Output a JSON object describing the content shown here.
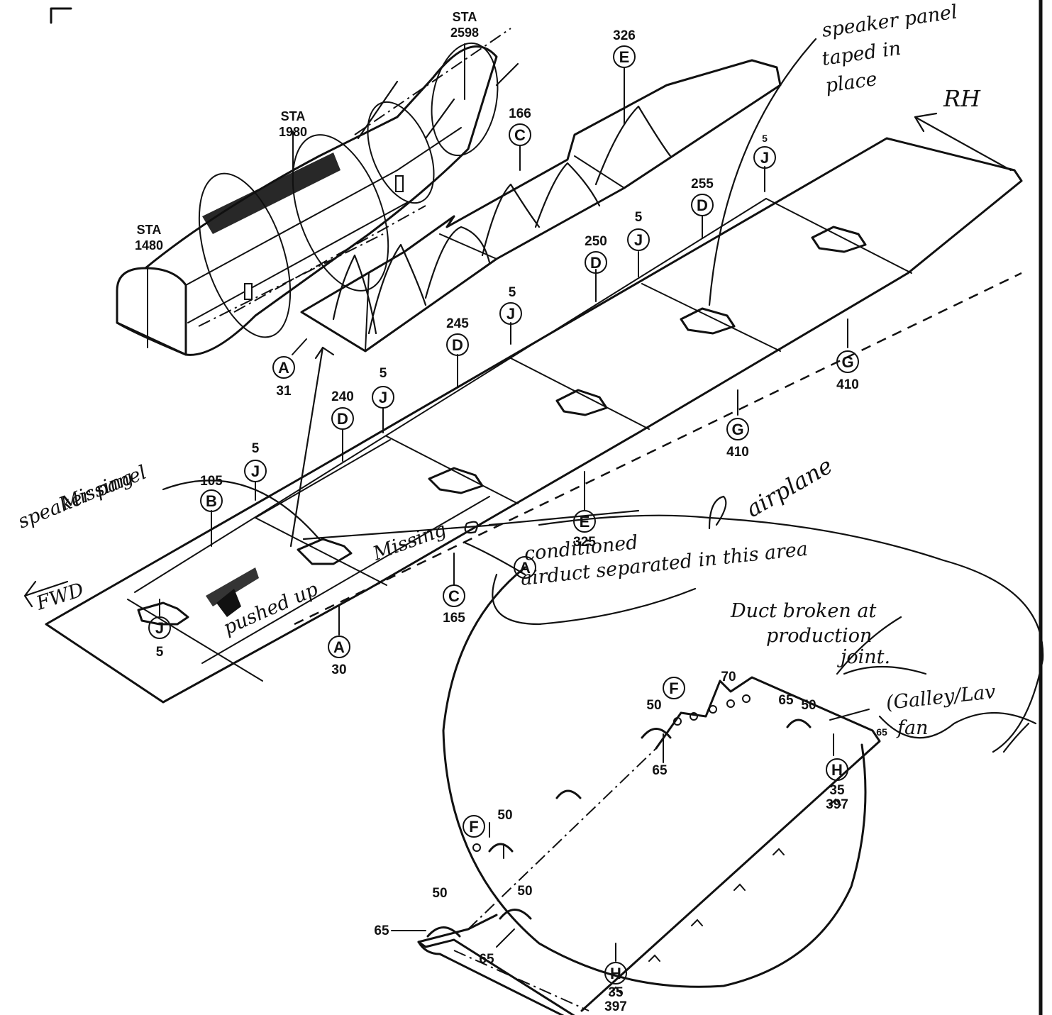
{
  "stations": [
    {
      "id": "sta1480",
      "label": "STA",
      "value": "1480"
    },
    {
      "id": "sta1980",
      "label": "STA",
      "value": "1980"
    },
    {
      "id": "sta2598",
      "label": "STA",
      "value": "2598"
    }
  ],
  "callouts": [
    {
      "id": "e326",
      "letter": "E",
      "num": "326"
    },
    {
      "id": "c166",
      "letter": "C",
      "num": "166"
    },
    {
      "id": "j5a",
      "letter": "J",
      "num": "5"
    },
    {
      "id": "d255",
      "letter": "D",
      "num": "255"
    },
    {
      "id": "j5b",
      "letter": "J",
      "num": "5"
    },
    {
      "id": "d250",
      "letter": "D",
      "num": "250"
    },
    {
      "id": "j5c",
      "letter": "J",
      "num": "5"
    },
    {
      "id": "d245",
      "letter": "D",
      "num": "245"
    },
    {
      "id": "a31",
      "letter": "A",
      "num": "31"
    },
    {
      "id": "g410a",
      "letter": "G",
      "num": "410"
    },
    {
      "id": "d240",
      "letter": "D",
      "num": "240"
    },
    {
      "id": "j5d",
      "letter": "J",
      "num": "5"
    },
    {
      "id": "g410b",
      "letter": "G",
      "num": "410"
    },
    {
      "id": "j5e",
      "letter": "J",
      "num": "5"
    },
    {
      "id": "b105",
      "letter": "B",
      "num": "105"
    },
    {
      "id": "e325",
      "letter": "E",
      "num": "325"
    },
    {
      "id": "c165",
      "letter": "C",
      "num": "165"
    },
    {
      "id": "a30",
      "letter": "A",
      "num": "30"
    },
    {
      "id": "j5f",
      "letter": "J",
      "num": "5"
    },
    {
      "id": "a_detail",
      "letter": "A",
      "num": ""
    },
    {
      "id": "f1",
      "letter": "F",
      "num": ""
    },
    {
      "id": "f2",
      "letter": "F",
      "num": ""
    },
    {
      "id": "h1",
      "letter": "H",
      "num": "35",
      "num2": "397"
    },
    {
      "id": "h2",
      "letter": "H",
      "num": "35",
      "num2": "397"
    }
  ],
  "detail_numbers": [
    "50",
    "70",
    "65",
    "50",
    "65",
    "65",
    "50",
    "50",
    "65",
    "50",
    "65"
  ],
  "handwritten": {
    "speaker_taped": [
      "speaker panel",
      "taped in",
      "place"
    ],
    "rh": "RH",
    "speaker_missing": [
      "speaker panel",
      "Missing"
    ],
    "missing": "Missing",
    "conditioned": [
      "conditioned",
      "airduct separated in this area"
    ],
    "airplane": "airplane",
    "duct_broken": [
      "Duct broken at",
      "production",
      "joint."
    ],
    "galley": [
      "(Galley/Lav",
      "fan"
    ],
    "pushed_up": "pushed up",
    "fwd": "FWD"
  }
}
